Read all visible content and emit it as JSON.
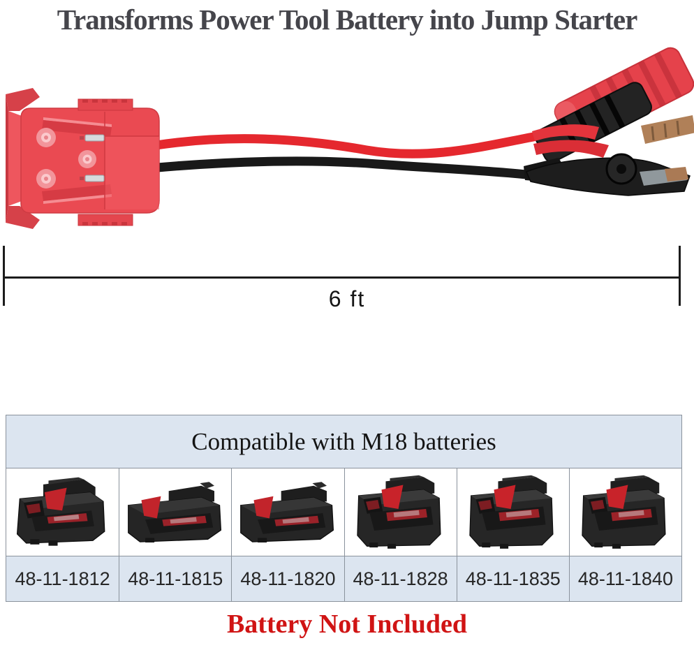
{
  "title": "Transforms Power Tool Battery into Jump Starter",
  "measurement": {
    "label": "6 ft"
  },
  "photo": {
    "adapter": "red M18 battery adapter",
    "cables": "red and black 6 ft jumper cables",
    "clamps": "red positive clamp and black negative clamp"
  },
  "table": {
    "header": "Compatible with M18 batteries",
    "items": [
      {
        "part": "48-11-1812",
        "icon": "battery-compact-icon",
        "symbol": "#b-compact"
      },
      {
        "part": "48-11-1815",
        "icon": "battery-compact-icon",
        "symbol": "#b-flat"
      },
      {
        "part": "48-11-1820",
        "icon": "battery-slim-icon",
        "symbol": "#b-flat"
      },
      {
        "part": "48-11-1828",
        "icon": "battery-xl-icon",
        "symbol": "#b-xl"
      },
      {
        "part": "48-11-1835",
        "icon": "battery-xl-icon",
        "symbol": "#b-xl"
      },
      {
        "part": "48-11-1840",
        "icon": "battery-xl-icon",
        "symbol": "#b-xl"
      }
    ]
  },
  "footer": {
    "note": "Battery Not Included"
  },
  "colors": {
    "title_text": "#45454b",
    "adapter_red": "#ea4a52",
    "cable_red": "#e5282e",
    "cable_black": "#191919",
    "table_fill": "#dce5f0",
    "table_border": "#8a929c",
    "note_red": "#d01414"
  }
}
